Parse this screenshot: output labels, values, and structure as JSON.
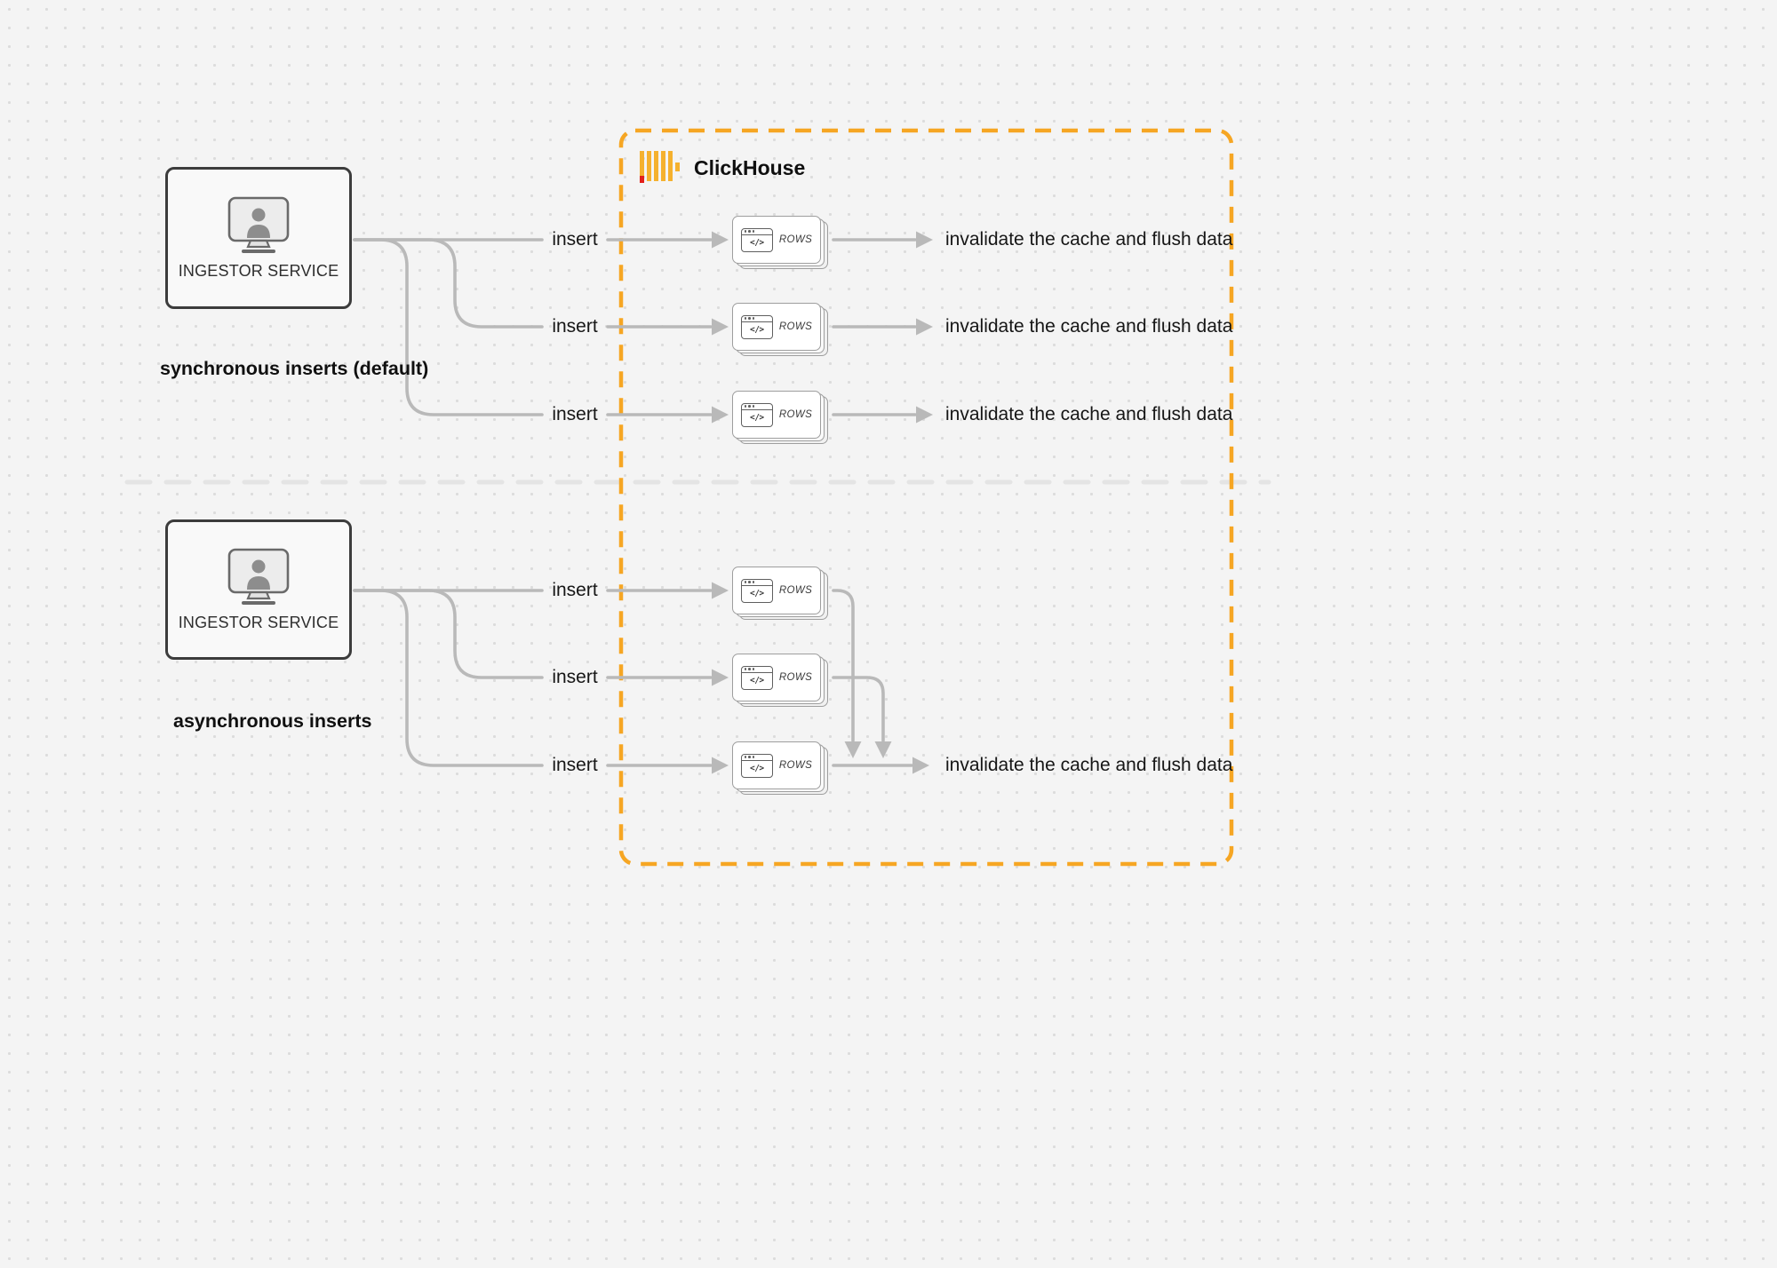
{
  "clickhouse": {
    "label": "ClickHouse"
  },
  "sync_section": {
    "caption": "synchronous inserts (default)",
    "service_label": "INGESTOR SERVICE",
    "rows": [
      {
        "insert": "insert",
        "table": "ROWS",
        "code": "</>",
        "outcome": "invalidate the cache and flush data"
      },
      {
        "insert": "insert",
        "table": "ROWS",
        "code": "</>",
        "outcome": "invalidate the cache and flush data"
      },
      {
        "insert": "insert",
        "table": "ROWS",
        "code": "</>",
        "outcome": "invalidate the cache and flush data"
      }
    ]
  },
  "async_section": {
    "caption": "asynchronous inserts",
    "service_label": "INGESTOR SERVICE",
    "rows": [
      {
        "insert": "insert",
        "table": "ROWS",
        "code": "</>"
      },
      {
        "insert": "insert",
        "table": "ROWS",
        "code": "</>"
      },
      {
        "insert": "insert",
        "table": "ROWS",
        "code": "</>"
      }
    ],
    "outcome": "invalidate the cache and flush data"
  },
  "colors": {
    "accent_orange": "#F6A623",
    "logo_yellow": "#F5B12E",
    "logo_red": "#E3201B",
    "connector_gray": "#B9B9B9",
    "divider_gray": "#E4E4E4",
    "text_dark": "#161616"
  }
}
